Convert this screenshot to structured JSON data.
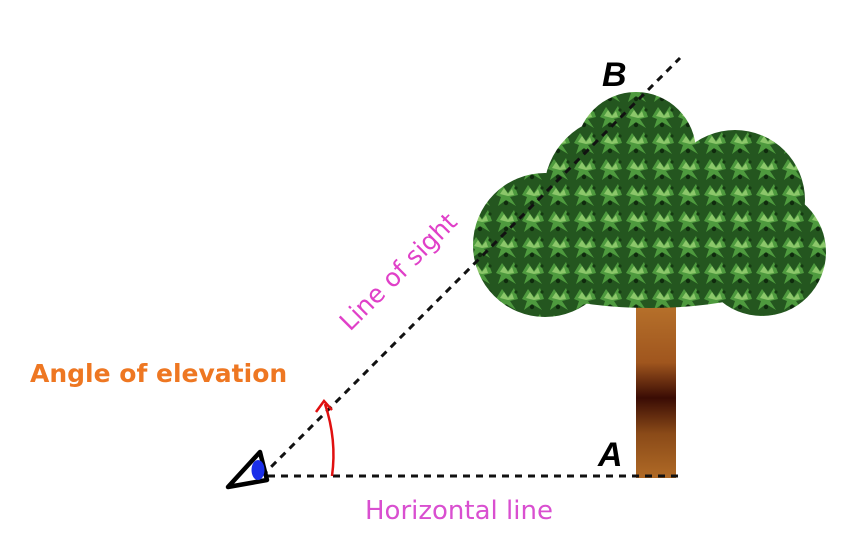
{
  "labels": {
    "point_top": "B",
    "point_base": "A",
    "line_of_sight": "Line of sight",
    "angle_of_elevation": "Angle of elevation",
    "horizontal_line": "Horizontal line"
  },
  "icons": {
    "eye": "eye-icon",
    "tree": "tree-icon"
  },
  "colors": {
    "line_of_sight_label": "#e040c8",
    "angle_label": "#ee7722",
    "horizontal_label": "#d94fd0",
    "angle_arc": "#e01010",
    "eye_pupil": "#1a2ee8",
    "point_labels": "#000000",
    "foliage": "#2f6e2a",
    "trunk": "#8a4a18"
  }
}
